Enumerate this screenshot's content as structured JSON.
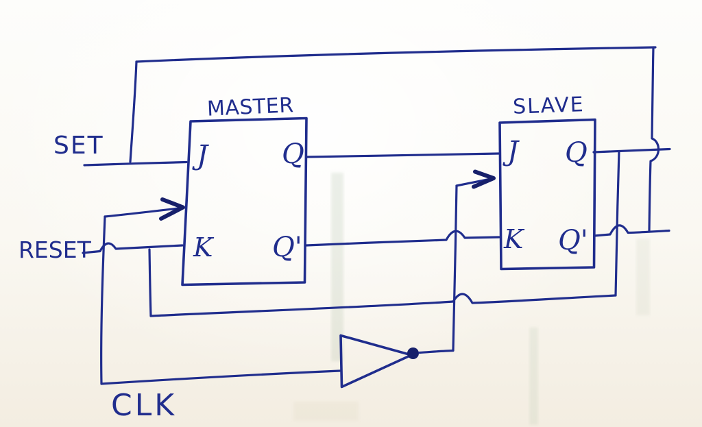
{
  "diagram": {
    "inputs": {
      "set_label": "SET",
      "reset_label": "RESET",
      "clk_label": "CLK"
    },
    "master": {
      "title": "MASTER",
      "pins": {
        "j": "J",
        "q": "Q",
        "k": "K",
        "qbar": "Q'"
      }
    },
    "slave": {
      "title": "SLAVE",
      "pins": {
        "j": "J",
        "q": "Q",
        "k": "K",
        "qbar": "Q'"
      }
    }
  },
  "colors": {
    "ink": "#202d8d",
    "ink-dark": "#17206b",
    "paper": "#fdfdfb",
    "paper-edge": "#f3ede1"
  }
}
